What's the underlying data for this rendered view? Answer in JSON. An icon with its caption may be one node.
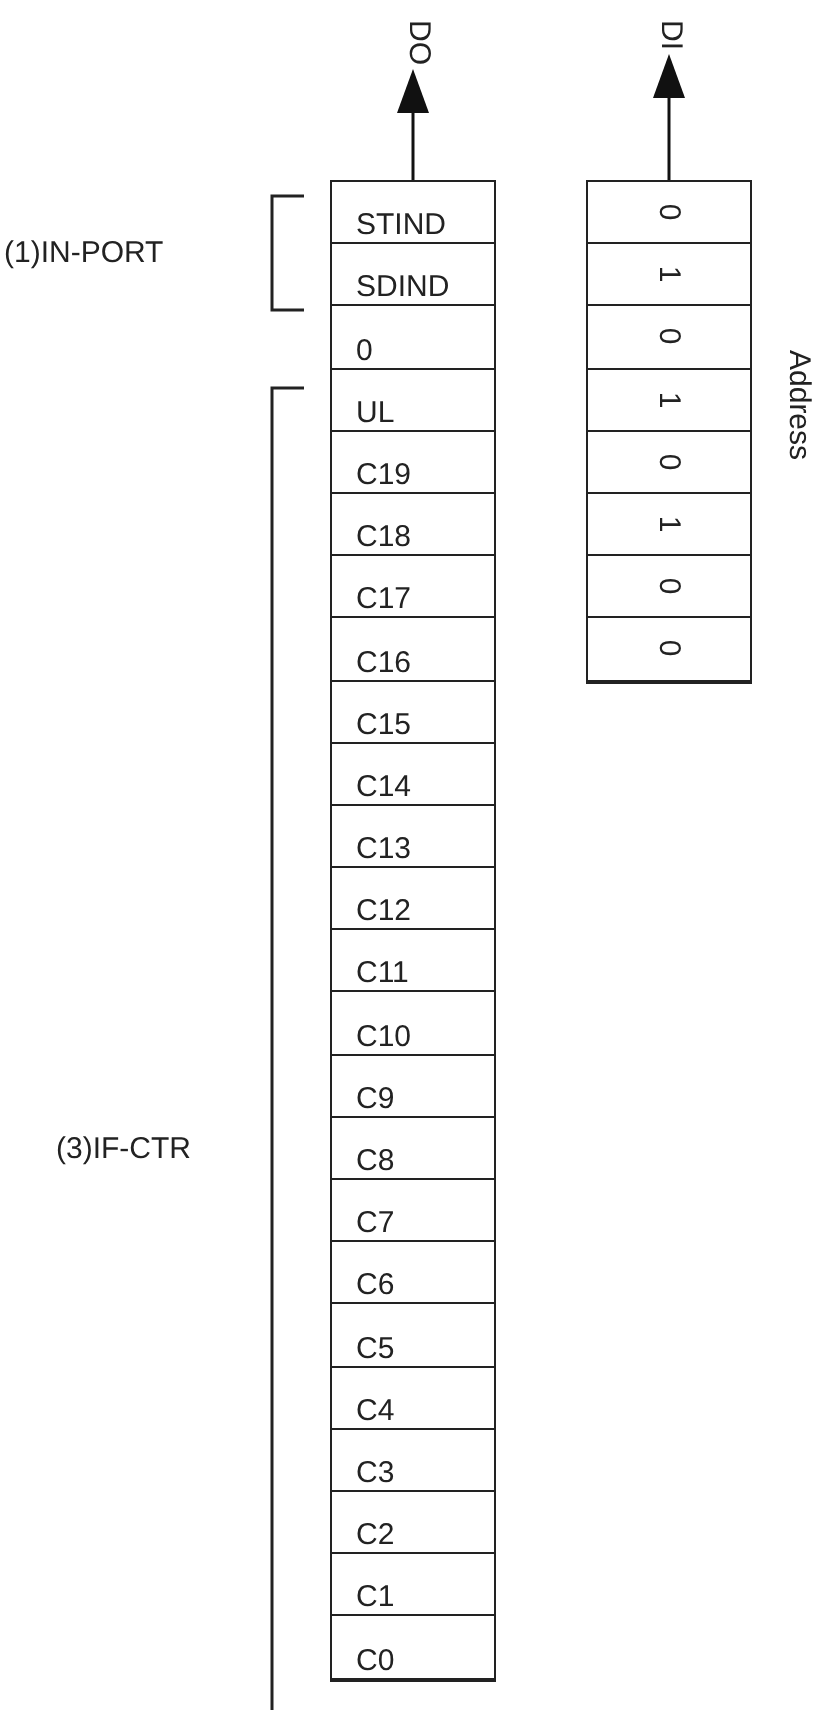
{
  "diagram": {
    "nodes": [
      {
        "text": [
          "DO"
        ]
      },
      {
        "text": [
          "DI"
        ]
      },
      {
        "text": [],
        "shape": "box"
      },
      {
        "text": [
          "STIND"
        ],
        "in": 2
      },
      {
        "text": [
          "SDIND"
        ],
        "in": 2
      },
      {
        "text": [
          "0"
        ],
        "in": 2
      },
      {
        "text": [
          "UL"
        ],
        "in": 2
      },
      {
        "text": [
          "C19"
        ],
        "in": 2
      },
      {
        "text": [
          "C18"
        ],
        "in": 2
      },
      {
        "text": [
          "C17"
        ],
        "in": 2
      },
      {
        "text": [
          "C16"
        ],
        "in": 2
      },
      {
        "text": [
          "C15"
        ],
        "in": 2
      },
      {
        "text": [
          "C14"
        ],
        "in": 2
      },
      {
        "text": [
          "C13"
        ],
        "in": 2
      },
      {
        "text": [
          "C12"
        ],
        "in": 2
      },
      {
        "text": [
          "C11"
        ],
        "in": 2
      },
      {
        "text": [
          "C10"
        ],
        "in": 2
      },
      {
        "text": [
          "C9"
        ],
        "in": 2
      },
      {
        "text": [
          "C8"
        ],
        "in": 2
      },
      {
        "text": [
          "C7"
        ],
        "in": 2
      },
      {
        "text": [
          "C6"
        ],
        "in": 2
      },
      {
        "text": [
          "C5"
        ],
        "in": 2
      },
      {
        "text": [
          "C4"
        ],
        "in": 2
      },
      {
        "text": [
          "C3"
        ],
        "in": 2
      },
      {
        "text": [
          "C2"
        ],
        "in": 2
      },
      {
        "text": [
          "C1"
        ],
        "in": 2
      },
      {
        "text": [
          "C0"
        ],
        "in": 2
      },
      {
        "text": [],
        "shape": "box"
      },
      {
        "text": [
          "0"
        ],
        "in": 27
      },
      {
        "text": [
          "1"
        ],
        "in": 27
      },
      {
        "text": [
          "0"
        ],
        "in": 27
      },
      {
        "text": [
          "1"
        ],
        "in": 27
      },
      {
        "text": [
          "0"
        ],
        "in": 27
      },
      {
        "text": [
          "1"
        ],
        "in": 27
      },
      {
        "text": [
          "0"
        ],
        "in": 27
      },
      {
        "text": [
          "0"
        ],
        "in": 27
      }
    ],
    "edges": [
      {
        "from": 2,
        "to": 0,
        "arrow": "to"
      },
      {
        "from": 27,
        "to": 1,
        "arrow": "to"
      }
    ],
    "labels": [
      "(1)IN-PORT",
      "Address",
      "(3)IF-CTR"
    ]
  }
}
